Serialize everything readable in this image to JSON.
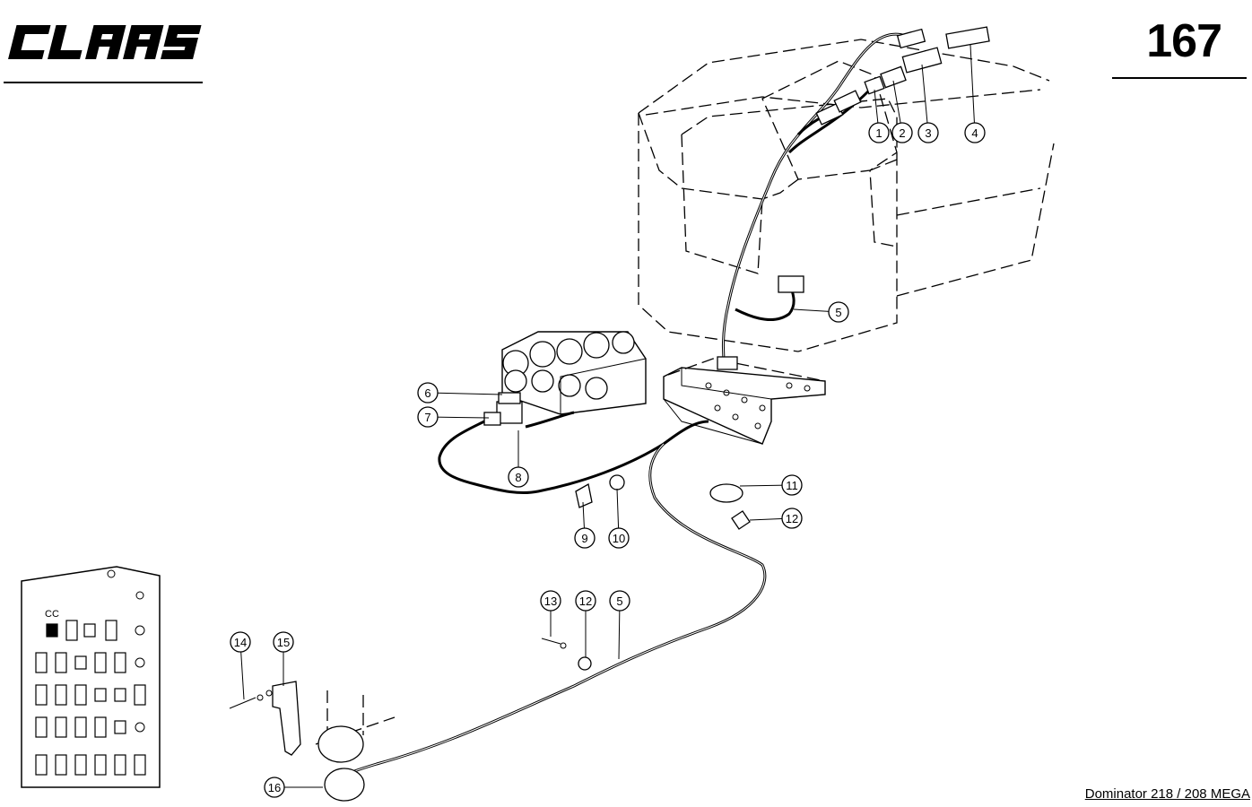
{
  "header": {
    "brand": "CLAAS",
    "page_number": "167"
  },
  "footer": {
    "model": "Dominator 218 / 208 MEGA"
  },
  "fuse_panel": {
    "label": "CC"
  },
  "callouts": [
    {
      "id": "c1",
      "label": "1"
    },
    {
      "id": "c2",
      "label": "2"
    },
    {
      "id": "c3",
      "label": "3"
    },
    {
      "id": "c4",
      "label": "4"
    },
    {
      "id": "c5a",
      "label": "5"
    },
    {
      "id": "c6",
      "label": "6"
    },
    {
      "id": "c7",
      "label": "7"
    },
    {
      "id": "c8",
      "label": "8"
    },
    {
      "id": "c9",
      "label": "9"
    },
    {
      "id": "c10",
      "label": "10"
    },
    {
      "id": "c11",
      "label": "11"
    },
    {
      "id": "c12a",
      "label": "12"
    },
    {
      "id": "c13",
      "label": "13"
    },
    {
      "id": "c12b",
      "label": "12"
    },
    {
      "id": "c5b",
      "label": "5"
    },
    {
      "id": "c14",
      "label": "14"
    },
    {
      "id": "c15",
      "label": "15"
    },
    {
      "id": "c16",
      "label": "16"
    }
  ]
}
